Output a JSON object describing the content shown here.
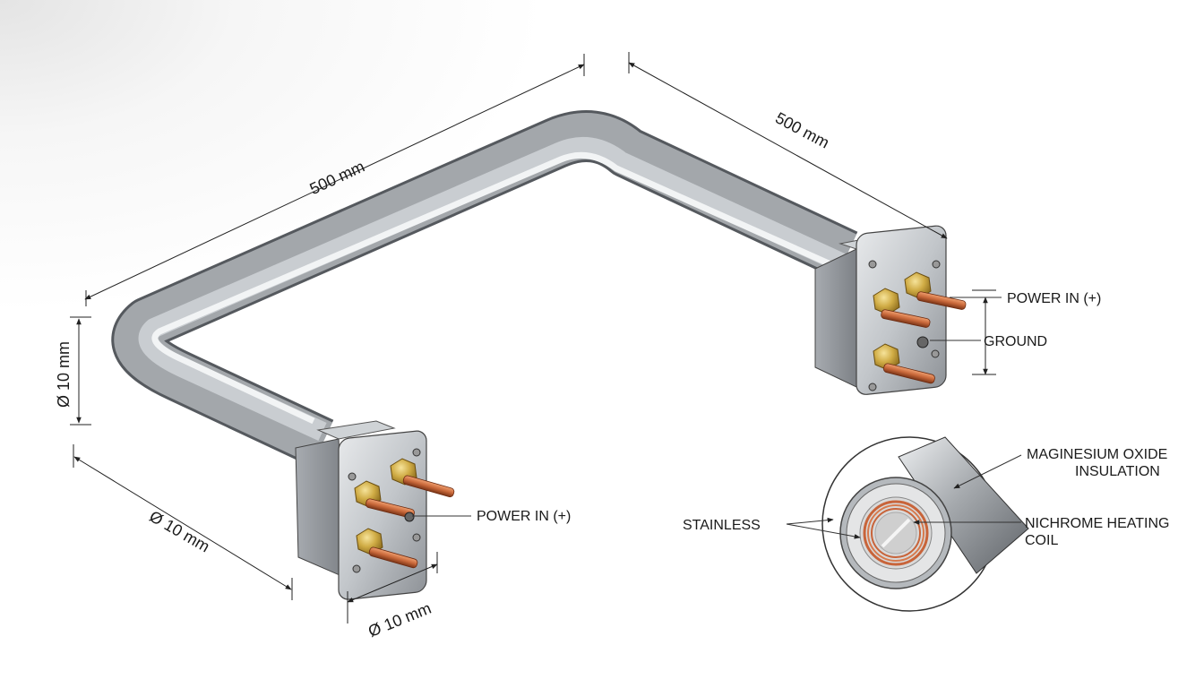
{
  "dimensions": {
    "top_left_length": "500 mm",
    "top_right_length": "500 mm",
    "left_diameter": "Ø 10 mm",
    "bottom_left_diameter": "Ø 10 mm",
    "terminal_diameter": "Ø 10 mm"
  },
  "labels": {
    "power_in_right": "POWER IN (+)",
    "ground": "GROUND",
    "power_in_left": "POWER IN (+)",
    "magnesium_line1": "MAGINESIUM OXIDE",
    "magnesium_line2": "INSULATION",
    "stainless": "STAINLESS",
    "nichrome_line1": "NICHROME HEATING",
    "nichrome_line2": "COIL"
  },
  "colors": {
    "tube_steel": "#a8acb0",
    "brass_nut": "#c9a640",
    "copper_stud": "#c8683a",
    "coil_copper": "#c8643a",
    "insulation": "#d9d9d9"
  }
}
